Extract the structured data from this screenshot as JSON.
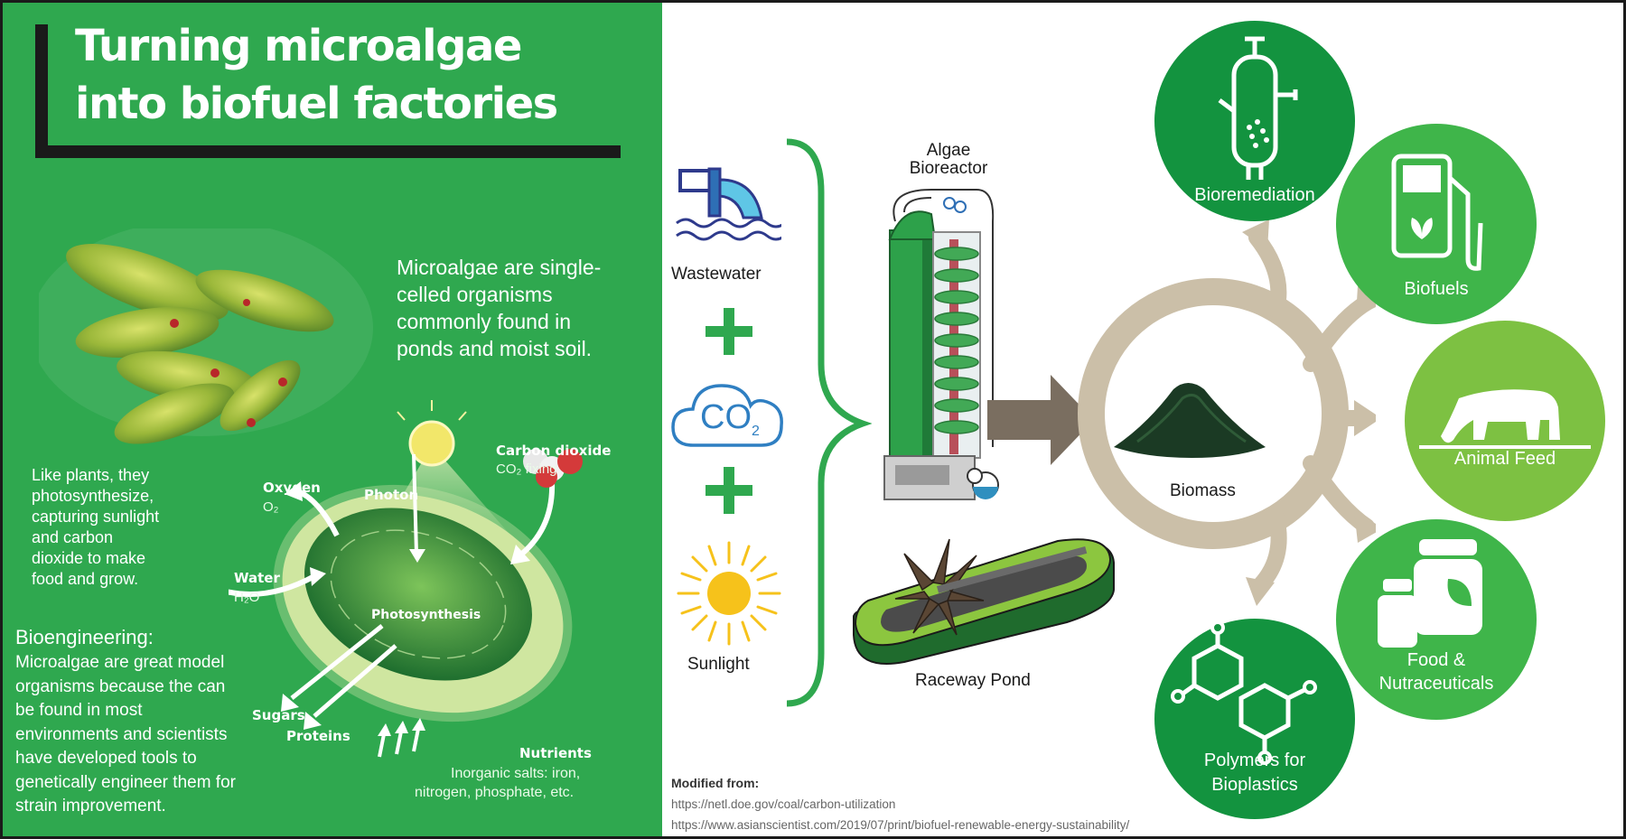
{
  "title": {
    "line1": "Turning microalgae",
    "line2": "into biofuel factories"
  },
  "intro": {
    "lines": [
      "Microalgae are single-",
      "celled organisms",
      "commonly found in",
      "ponds and moist soil."
    ]
  },
  "photosynthesis_note": {
    "lines": [
      "Like plants, they",
      "photosynthesize,",
      "capturing sunlight",
      "and carbon",
      "dioxide to make",
      "food and grow."
    ]
  },
  "diagram_labels": {
    "oxygen": "Oxygen",
    "oxygen_formula": "O₂",
    "photon": "Photon",
    "carbon_dioxide": "Carbon dioxide",
    "co2_fixing": "CO₂ fixing",
    "water": "Water",
    "water_formula": "H₂O",
    "photosynthesis": "Photosynthesis",
    "sugars": "Sugars",
    "proteins": "Proteins",
    "nutrients": "Nutrients",
    "nutrients_detail_1": "Inorganic salts: iron,",
    "nutrients_detail_2": "nitrogen, phosphate, etc."
  },
  "bioengineering": {
    "heading": "Bioengineering:",
    "lines": [
      "Microalgae are great model",
      "organisms because the can",
      "be found in most",
      "environments and scientists",
      "have developed tools to",
      "genetically engineer them for",
      "strain improvement."
    ]
  },
  "inputs": {
    "wastewater": "Wastewater",
    "co2": "CO",
    "co2_sub": "2",
    "sunlight": "Sunlight"
  },
  "reactors": {
    "bioreactor_1": "Algae",
    "bioreactor_2": "Bioreactor",
    "raceway": "Raceway Pond"
  },
  "biomass": "Biomass",
  "outputs": {
    "bioremediation": "Bioremediation",
    "biofuels": "Biofuels",
    "animal_feed": "Animal Feed",
    "food_1": "Food &",
    "food_2": "Nutraceuticals",
    "polymers_1": "Polymers for",
    "polymers_2": "Bioplastics"
  },
  "footer": {
    "heading": "Modified from:",
    "link1": "https://netl.doe.gov/coal/carbon-utilization",
    "link2": "https://www.asianscientist.com/2019/07/print/biofuel-renewable-energy-sustainability/"
  },
  "colors": {
    "left_green": "#2fa84f",
    "dark_green": "#13933f",
    "mid_green": "#3fb54a",
    "light_green": "#7dc142",
    "tan": "#cbbfa8",
    "arrow_brown": "#7a6e60"
  }
}
